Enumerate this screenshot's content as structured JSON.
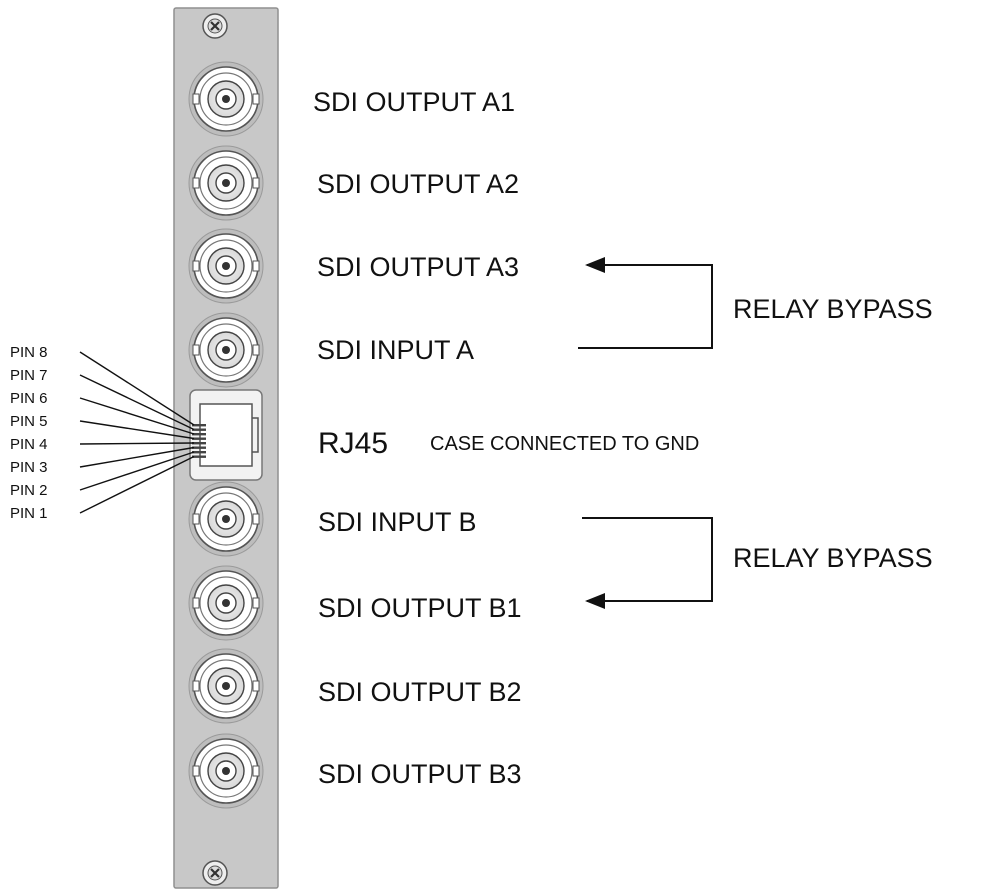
{
  "ports": [
    {
      "label": "SDI OUTPUT A1"
    },
    {
      "label": "SDI OUTPUT A2"
    },
    {
      "label": "SDI OUTPUT A3"
    },
    {
      "label": "SDI INPUT A"
    },
    {
      "label": "SDI INPUT B"
    },
    {
      "label": "SDI OUTPUT B1"
    },
    {
      "label": "SDI OUTPUT B2"
    },
    {
      "label": "SDI OUTPUT B3"
    }
  ],
  "rj45": {
    "label": "RJ45",
    "note": "CASE CONNECTED TO GND",
    "pins": [
      "PIN 8",
      "PIN 7",
      "PIN 6",
      "PIN 5",
      "PIN 4",
      "PIN 3",
      "PIN 2",
      "PIN 1"
    ]
  },
  "relay": {
    "a_label": "RELAY BYPASS",
    "b_label": "RELAY BYPASS"
  },
  "colors": {
    "panel": "#c8c8c8",
    "panel_edge": "#8f8f8f",
    "line": "#111111"
  }
}
